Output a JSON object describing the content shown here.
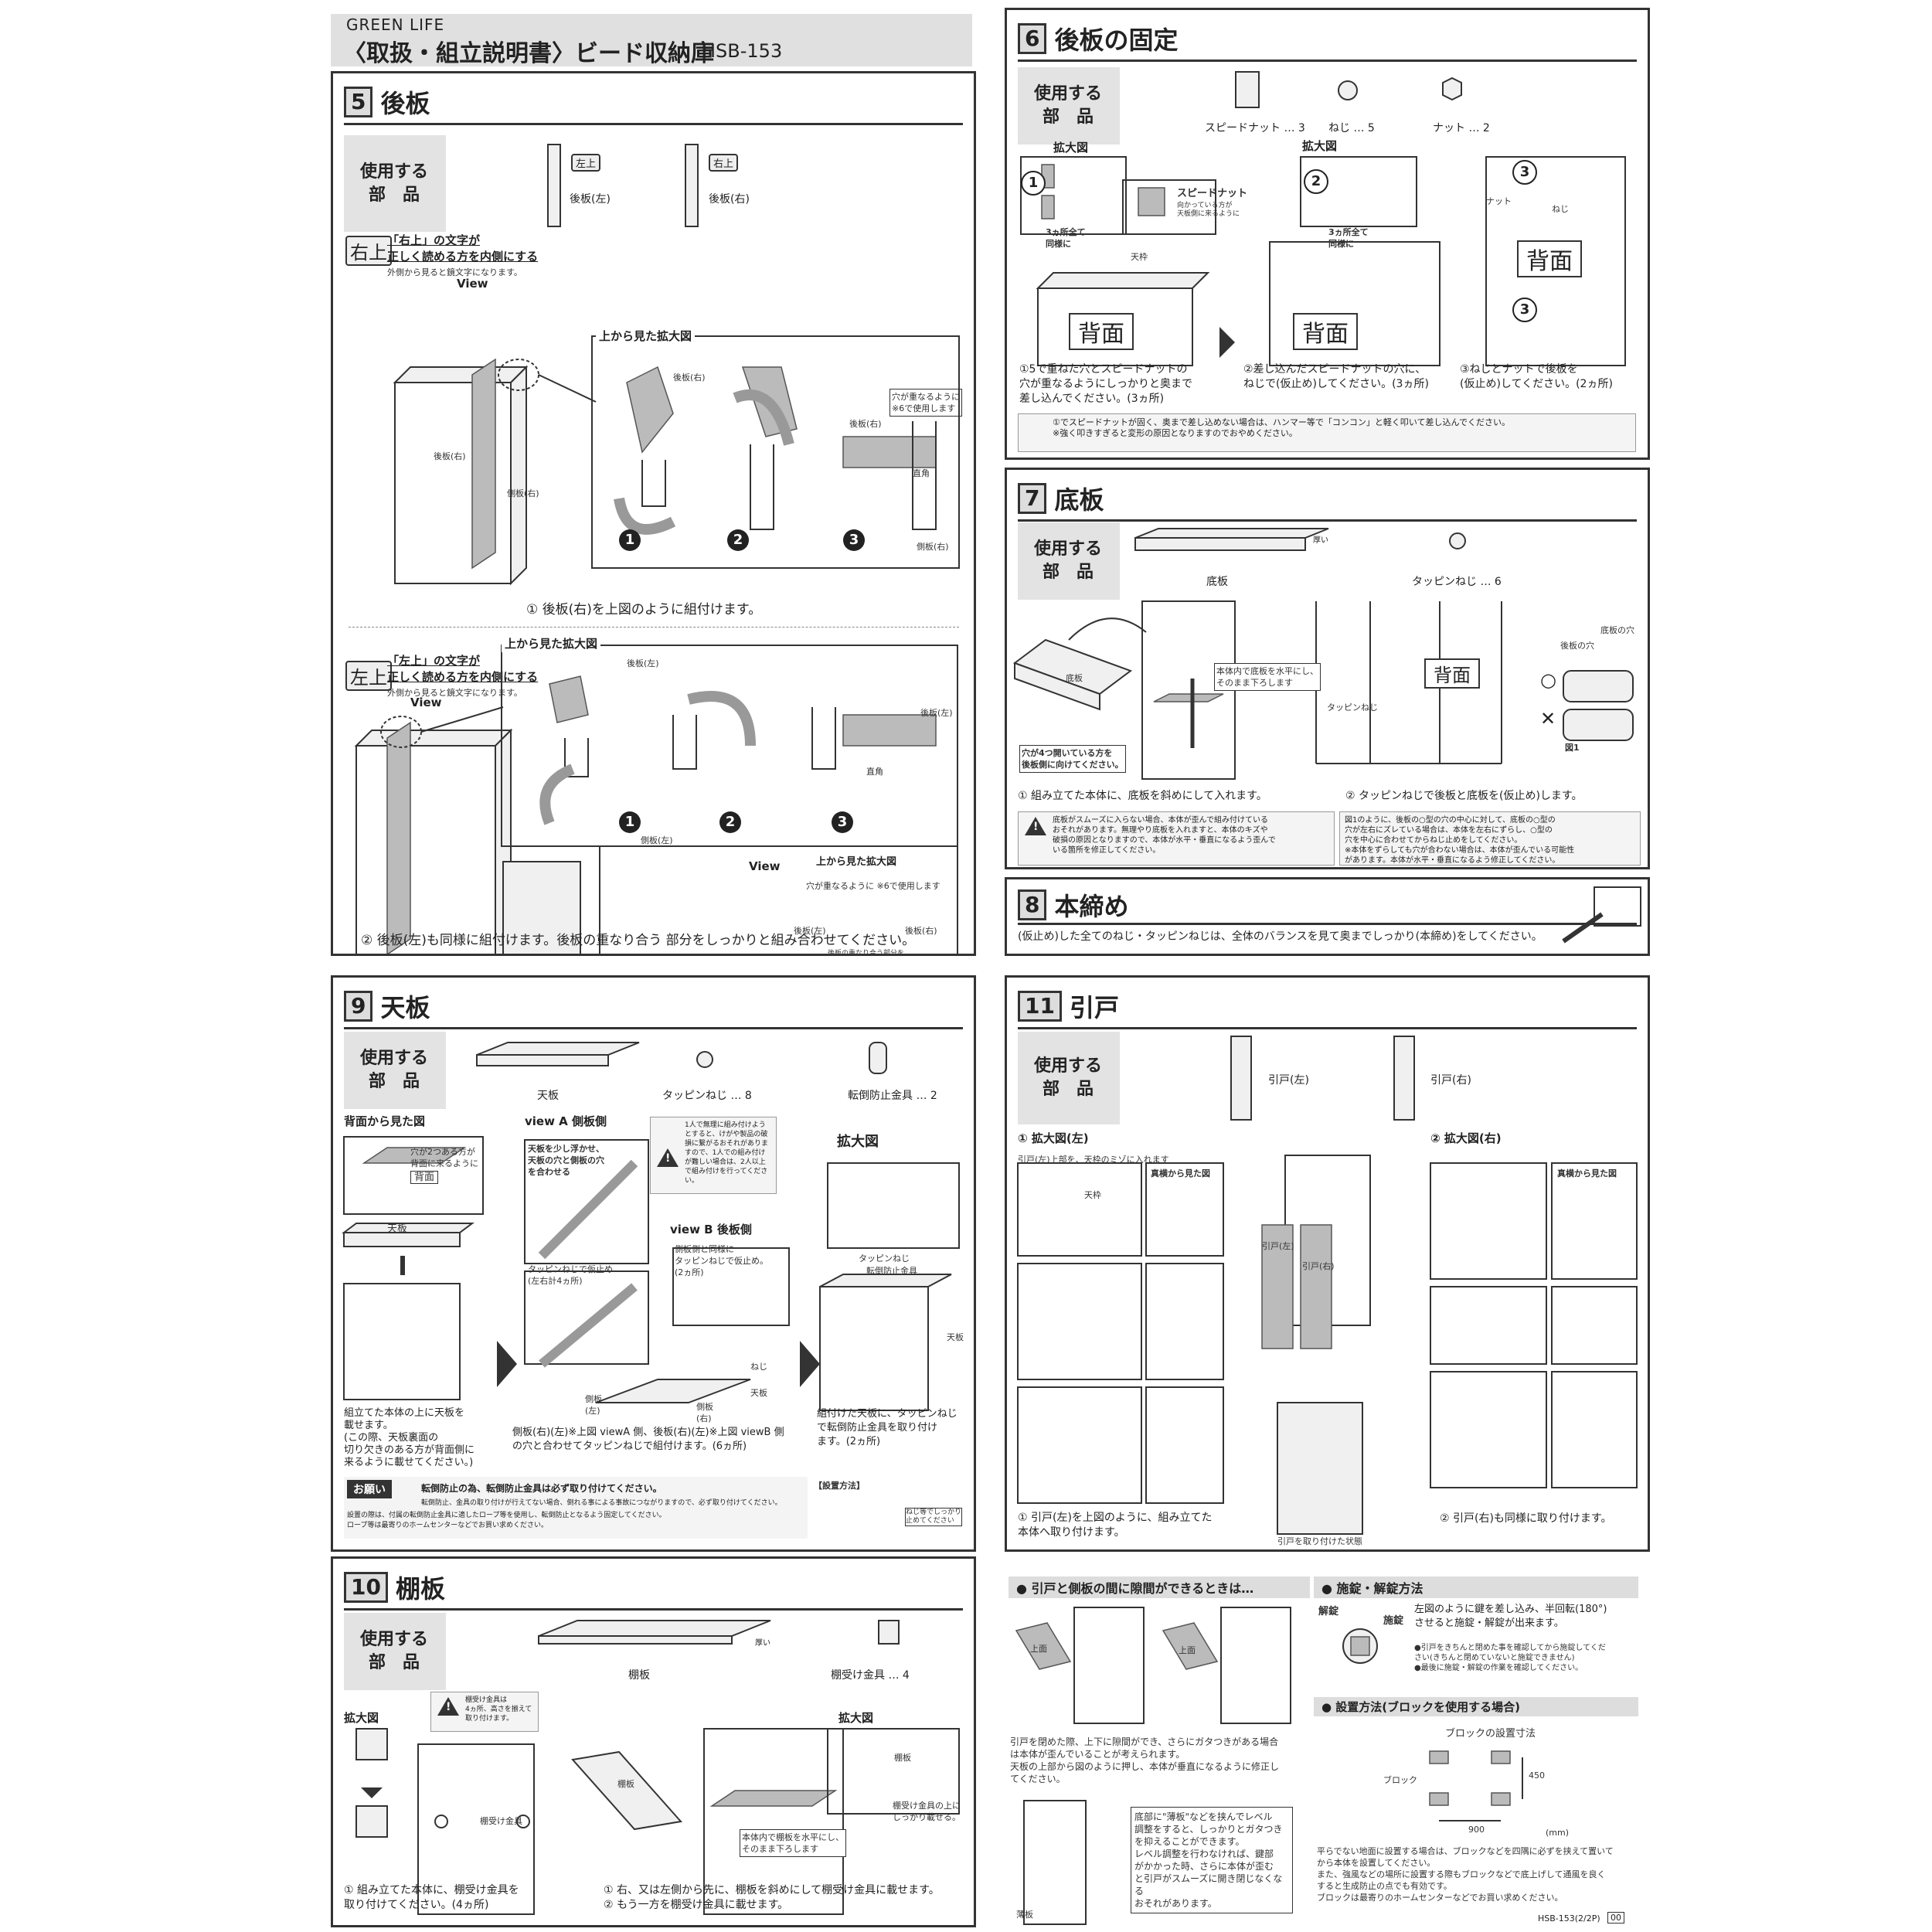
{
  "header": {
    "brand": "GREEN LIFE",
    "title": "〈取扱・組立説明書〉ビード収納庫",
    "model": "HSB-153"
  },
  "s5": {
    "num": "5",
    "title": "後板",
    "parts_label": "使用する\n部　品",
    "part_left_tag": "左上",
    "part_left": "後板(左)",
    "part_right_tag": "右上",
    "part_right": "後板(右)",
    "note1_tag": "右上",
    "note1": "「右上」の文字が\n正しく読める方を内側にする",
    "note1_sub": "外側から見ると鏡文字になります。",
    "view": "View",
    "zoom_title": "上から見た拡大図",
    "lbl_back_r": "後板(右)",
    "lbl_side_r": "側板(右)",
    "lbl_back_r2": "後板(右)",
    "zoom_note": "穴が重なるように\n※6で使用します",
    "zoom_back": "後板(右)",
    "zoom_corner": "直角",
    "zoom_side": "側板(右)",
    "step1": "① 後板(右)を上図のように組付けます。",
    "note2_tag": "左上",
    "note2": "「左上」の文字が\n正しく読める方を内側にする",
    "note2_sub": "外側から見ると鏡文字になります。",
    "view2": "View",
    "zoom2_title": "上から見た拡大図",
    "zoom2_back": "後板(左)",
    "zoom2_side": "側板(左)",
    "zoom2_corner": "直角",
    "zoom2_back2": "後板(左)",
    "zoom3_title": "上から見た拡大図",
    "zoom3_note": "穴が重なるように ※6で使用します",
    "zoom3_l": "後板(左)",
    "zoom3_r": "後板(右)",
    "zoom3_cap": "後板の重なり合う部分を\nしっかりと組み合わせる",
    "view3": "View",
    "step2": "② 後板(左)も同様に組付けます。後板の重なり合う 部分をしっかりと組み合わせてください。"
  },
  "s6": {
    "num": "6",
    "title": "後板の固定",
    "parts_label": "使用する\n部　品",
    "p1": "スピードナット … 3",
    "p2": "ねじ … 5",
    "p3": "ナット … 2",
    "zoom": "拡大図",
    "zoom2": "拡大図",
    "speednut": "スピードナット",
    "speednut_sub": "向かっている方が\n天板側に来るように",
    "all3": "3ヵ所全て\n同様に",
    "all3b": "3ヵ所全て\n同様に",
    "tenwaku": "天枠",
    "back": "背面",
    "nut": "ナット",
    "screw": "ねじ",
    "cap1": "①5で重ねた穴とスピードナットの\n穴が重なるようにしっかりと奥まで\n差し込んでください。(3ヵ所)",
    "cap2": "②差し込んだスピードナットの穴に、\nねじで(仮止め)してください。(3ヵ所)",
    "cap3": "③ねじとナットで後板を\n(仮止め)してください。(2ヵ所)",
    "tip": "①でスピードナットが固く、奥まで差し込めない場合は、ハンマー等で「コンコン」と軽く叩いて差し込んでください。\n※強く叩きすぎると変形の原因となりますのでおやめください。"
  },
  "s7": {
    "num": "7",
    "title": "底板",
    "parts_label": "使用する\n部　品",
    "p1": "底板",
    "p1_sub": "厚い",
    "p2": "タッピンねじ … 6",
    "board": "底板",
    "hole_note": "穴が4つ開いている方を\n後板側に向けてください。",
    "inside": "本体内で底板を水平にし、\nそのまま下ろします",
    "back": "背面",
    "tapping": "タッピンねじ",
    "hole_label": "後板の穴",
    "hole_bottom": "底板の穴",
    "fig": "図1",
    "cap1": "① 組み立てた本体に、底板を斜めにして入れます。",
    "cap2": "② タッピンねじで後板と底板を(仮止め)します。",
    "warn1": "底板がスムーズに入らない場合、本体が歪んで組み付けている\nおそれがあります。無理やり底板を入れますと、本体のキズや\n破損の原因となりますので、本体が水平・垂直になるよう歪んで\nいる箇所を修正してください。",
    "warn2": "図1のように、後板の○型の穴の中心に対して、底板の○型の\n穴が左右にズレている場合は、本体を左右にずらし、○型の\n穴を中心に合わせてからねじ止めをしてください。\n※本体をずらしても穴が合わない場合は、本体が歪んでいる可能性\nがあります。本体が水平・垂直になるよう修正してください。"
  },
  "s8": {
    "num": "8",
    "title": "本締め",
    "text": "(仮止め)した全てのねじ・タッピンねじは、全体のバランスを見て奥までしっかり(本締め)をしてください。"
  },
  "s9": {
    "num": "9",
    "title": "天板",
    "parts_label": "使用する\n部　品",
    "p1": "天板",
    "p2": "タッピンねじ … 8",
    "p3": "転倒防止金具 … 2",
    "backview": "背面から見た図",
    "backview_note": "穴が2つある方が\n背面に来るように",
    "back": "背面",
    "top": "天板",
    "viewA": "view A 側板側",
    "viewA_note": "天板を少し浮かせ、\n天板の穴と側板の穴\nを合わせる",
    "warn": "1人で無理に組み付けようとすると、けがや製品の破損に繋がるおそれがありますので、1人での組み付けが難しい場合は、2人以上で組み付けを行ってください。",
    "viewA2": "タッピンねじで仮止め\n(左右計4ヵ所)",
    "viewB": "view B 後板側",
    "viewB_note": "側板側と同様に\nタッピンねじで仮止め。\n(2ヵ所)",
    "zoom": "拡大図",
    "tapping": "タッピンねじ",
    "stopper": "転倒防止金具",
    "top2": "天板",
    "screw": "ねじ",
    "side_l": "側板\n(左)",
    "side_r": "側板\n(右)",
    "top3": "天板",
    "cap1": "組立てた本体の上に天板を\n載せます。\n(この際、天板裏面の\n切り欠きのある方が背面側に\n来るように載せてください。)",
    "cap2": "側板(右)(左)※上図 viewA 側、後板(右)(左)※上図 viewB 側\nの穴と合わせてタッピンねじで組付けます。(6ヵ所)",
    "cap3": "組付けた天板に、タッピンねじ\nで転倒防止金具を取り付け\nます。(2ヵ所)",
    "onegai": "お願い",
    "onegai_text": "転倒防止の為、転倒防止金具は必ず取り付けてください。",
    "onegai_sub": "転倒防止、金具の取り付けが行えてない場合、倒れる事による事故につながりますので、必ず取り付けてください。",
    "foot": "設置の際は、付属の転倒防止金具に適したロープ等を使用し、転倒防止となるよう固定してください。\nロープ等は最寄りのホームセンターなどでお買い求めください。",
    "setting": "【設置方法】",
    "setting_note": "ねじ等でしっかり\n止めてください"
  },
  "s10": {
    "num": "10",
    "title": "棚板",
    "parts_label": "使用する\n部　品",
    "p1": "棚板",
    "p1_sub": "厚い",
    "p2": "棚受け金具 … 4",
    "zoom": "拡大図",
    "zoom2": "拡大図",
    "warn": "棚受け金具は\n4ヵ所、高さを揃えて\n取り付けます。",
    "bracket": "棚受け金具",
    "shelf": "棚板",
    "shelf2": "棚板",
    "inside": "本体内で棚板を水平にし、\nそのまま下ろします",
    "on": "棚受け金具の上に\nしっかり載せる。",
    "cap1": "① 組み立てた本体に、棚受け金具を\n取り付けてください。(4ヵ所)",
    "cap2": "① 右、又は左側から先に、棚板を斜めにして棚受け金具に載せます。\n② もう一方を棚受け金具に載せます。"
  },
  "s11": {
    "num": "11",
    "title": "引戸",
    "parts_label": "使用する\n部　品",
    "p1": "引戸(左)",
    "p2": "引戸(右)",
    "z1": "① 拡大図(左)",
    "z2": "② 拡大図(右)",
    "z1_note": "引戸(左)上部を、天枠のミゾに入れます",
    "front": "真横から見た図",
    "door_l": "引戸(左)",
    "door_r": "引戸(右)",
    "frame": "天枠",
    "cap1": "① 引戸(左)を上図のように、組み立てた\n本体へ取り付けます。",
    "cap_mid": "引戸を取り付けた状態",
    "cap2": "② 引戸(右)も同様に取り付けます。"
  },
  "gap": {
    "title": "● 引戸と側板の間に隙間ができるときは…",
    "up1": "上面",
    "up2": "上面",
    "text": "引戸を閉めた際、上下に隙間ができ、さらにガタつきがある場合\nは本体が歪んでいることが考えられます。\n天板の上部から図のように押し、本体が垂直になるように修正し\nてください。",
    "level": "底部に\"薄板\"などを挟んでレベル\n調整をすると、しっかりとガタつき\nを抑えることができます。\nレベル調整を行わなければ、鍵部\nがかかった時、さらに本体が歪む\nと引戸がスムーズに開き閉じなくなる\nおそれがあります。",
    "thin": "薄板"
  },
  "lock": {
    "title": "● 施錠・解錠方法",
    "unlock": "解錠",
    "lock": "施錠",
    "text": "左図のように鍵を差し込み、半回転(180°)\nさせると施錠・解錠が出来ます。",
    "note": "●引戸をきちんと閉めた事を確認してから施錠してくだ\nさい(きちんと閉めていないと施錠できません)\n●最後に施錠・解錠の作業を確認してください。"
  },
  "install": {
    "title": "● 設置方法(ブロックを使用する場合)",
    "sub": "ブロックの設置寸法",
    "block": "ブロック",
    "w": "900",
    "h": "450",
    "unit": "(mm)",
    "text": "平らでない地面に設置する場合は、ブロックなどを四隅に必ずを挟えて置いて\nから本体を設置してください。\nまた、強風などの場所に設置する際もブロックなどで底上げして通風を良く\nすると生成防止の点でも有効です。\nブロックは最寄りのホームセンターなどでお買い求めください。"
  },
  "footer": {
    "code": "HSB-153(2/2P)",
    "page": "00"
  }
}
